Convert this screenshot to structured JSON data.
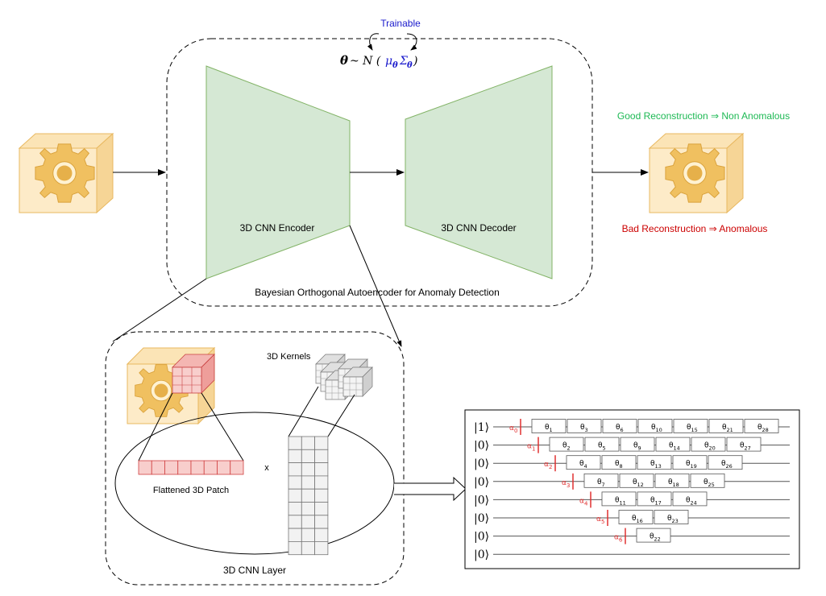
{
  "top": {
    "trainable_label": "Trainable",
    "theta_symbol": "θ",
    "distribution": "~ N (",
    "mu": "μ",
    "sigma": "Σ",
    "theta_sub": "θ",
    "close": ")",
    "encoder_label": "3D CNN Encoder",
    "decoder_label": "3D CNN Decoder",
    "model_label": "Bayesian Orthogonal Autoencoder for Anomaly Detection",
    "good_label": "Good Reconstruction ⇒ Non Anomalous",
    "bad_label": "Bad Reconstruction ⇒ Anomalous"
  },
  "bottom": {
    "kernels_label": "3D Kernels",
    "patch_label": "Flattened 3D Patch",
    "times": "x",
    "layer_label": "3D CNN Layer"
  },
  "circuit": {
    "kets": [
      "|1⟩",
      "|0⟩",
      "|0⟩",
      "|0⟩",
      "|0⟩",
      "|0⟩",
      "|0⟩",
      "|0⟩"
    ],
    "alphas": [
      {
        "sym": "α",
        "sub": "0"
      },
      {
        "sym": "α",
        "sub": "1"
      },
      {
        "sym": "α",
        "sub": "2"
      },
      {
        "sym": "α",
        "sub": "3"
      },
      {
        "sym": "α",
        "sub": "4"
      },
      {
        "sym": "α",
        "sub": "5"
      },
      {
        "sym": "α",
        "sub": "6"
      }
    ],
    "thetas": [
      {
        "sym": "θ",
        "sub": "1"
      },
      {
        "sym": "θ",
        "sub": "3"
      },
      {
        "sym": "θ",
        "sub": "6"
      },
      {
        "sym": "θ",
        "sub": "10"
      },
      {
        "sym": "θ",
        "sub": "15"
      },
      {
        "sym": "θ",
        "sub": "21"
      },
      {
        "sym": "θ",
        "sub": "28"
      },
      {
        "sym": "θ",
        "sub": "2"
      },
      {
        "sym": "θ",
        "sub": "5"
      },
      {
        "sym": "θ",
        "sub": "9"
      },
      {
        "sym": "θ",
        "sub": "14"
      },
      {
        "sym": "θ",
        "sub": "20"
      },
      {
        "sym": "θ",
        "sub": "27"
      },
      {
        "sym": "θ",
        "sub": "4"
      },
      {
        "sym": "θ",
        "sub": "8"
      },
      {
        "sym": "θ",
        "sub": "13"
      },
      {
        "sym": "θ",
        "sub": "19"
      },
      {
        "sym": "θ",
        "sub": "26"
      },
      {
        "sym": "θ",
        "sub": "7"
      },
      {
        "sym": "θ",
        "sub": "12"
      },
      {
        "sym": "θ",
        "sub": "18"
      },
      {
        "sym": "θ",
        "sub": "25"
      },
      {
        "sym": "θ",
        "sub": "11"
      },
      {
        "sym": "θ",
        "sub": "17"
      },
      {
        "sym": "θ",
        "sub": "24"
      },
      {
        "sym": "θ",
        "sub": "16"
      },
      {
        "sym": "θ",
        "sub": "23"
      },
      {
        "sym": "θ",
        "sub": "22"
      }
    ]
  },
  "colors": {
    "green_fill": "#d5e8d4",
    "green_stroke": "#82b366",
    "good_text": "#1db954",
    "bad_text": "#cc0000",
    "trainable_text": "#1a1acc",
    "alpha_red": "#e03030",
    "patch_fill": "#f8cecc",
    "patch_stroke": "#d04040",
    "cube_fill": "#fce5b8",
    "cube_stroke": "#e8b860",
    "gear_fill": "#f0c060"
  }
}
